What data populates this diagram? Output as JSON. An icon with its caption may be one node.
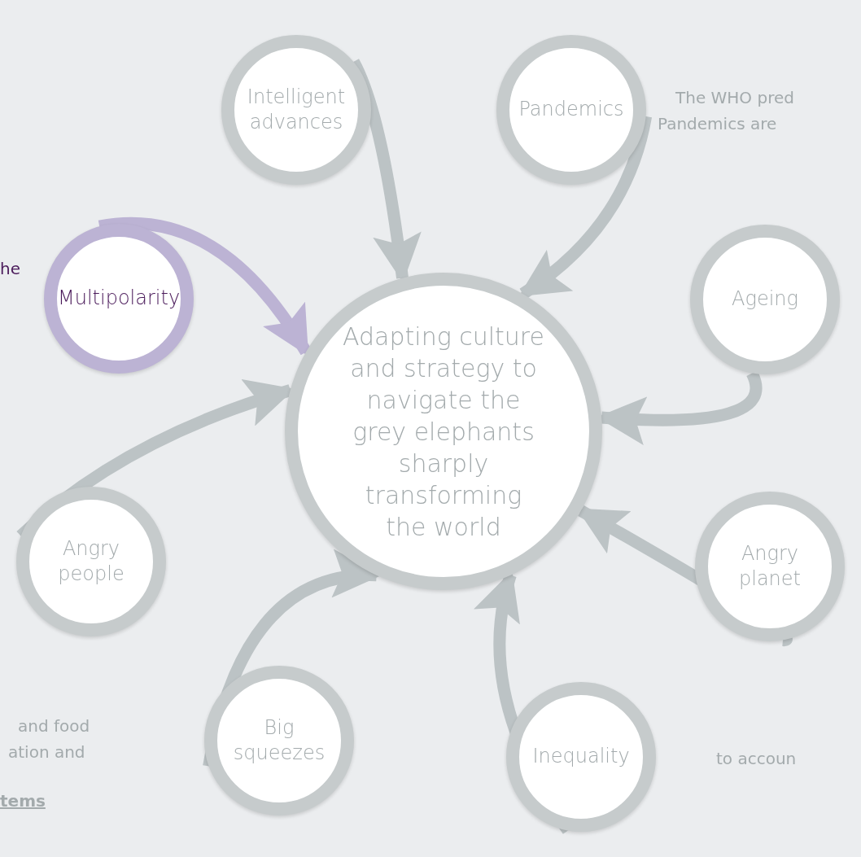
{
  "diagram": {
    "nodes": [
      {
        "text": [
          "Adapting culture and strategy to navigate the grey elephants sharply transforming the world"
        ]
      },
      {
        "text": [
          "Intelligent advances"
        ]
      },
      {
        "text": [
          "Pandemics"
        ]
      },
      {
        "text": [
          "Multipolarity"
        ]
      },
      {
        "text": [
          "Ageing"
        ]
      },
      {
        "text": [
          "Angry people"
        ]
      },
      {
        "text": [
          "Angry planet"
        ]
      },
      {
        "text": [
          "Big squeezes"
        ]
      },
      {
        "text": [
          "Inequality"
        ]
      }
    ],
    "edges": [
      {
        "from": 1,
        "to": 0,
        "arrow": "to"
      },
      {
        "from": 2,
        "to": 0,
        "arrow": "to"
      },
      {
        "from": 3,
        "to": 0,
        "arrow": "to",
        "color": "#bcb3d4"
      },
      {
        "from": 4,
        "to": 0,
        "arrow": "to"
      },
      {
        "from": 5,
        "to": 0,
        "arrow": "to"
      },
      {
        "from": 6,
        "to": 0,
        "arrow": "to"
      },
      {
        "from": 7,
        "to": 0,
        "arrow": "to"
      },
      {
        "from": 8,
        "to": 0,
        "arrow": "to"
      }
    ],
    "labels": [
      "The WHO pred",
      "Pandemics are",
      "he",
      "and food",
      "ation and",
      "tems",
      "to accoun"
    ]
  }
}
